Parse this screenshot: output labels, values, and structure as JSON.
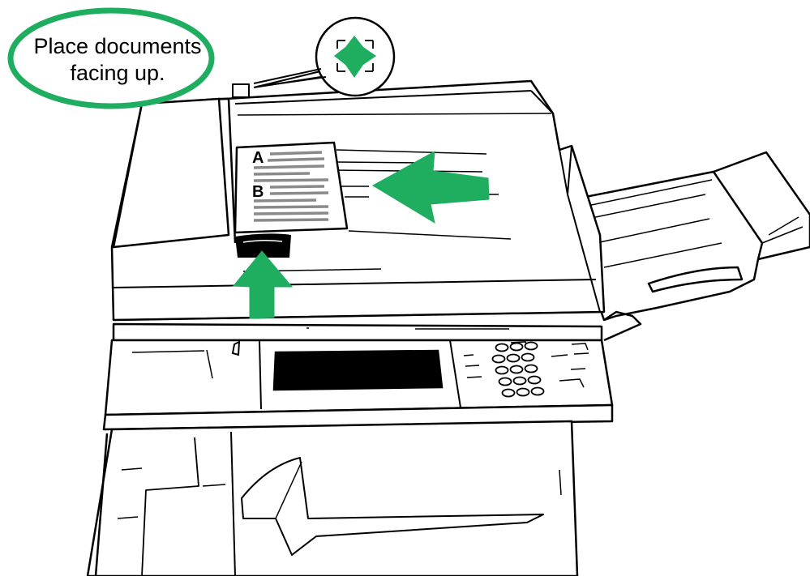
{
  "callout": {
    "line1": "Place documents",
    "line2": "facing up."
  },
  "document": {
    "label_a": "A",
    "label_b": "B"
  },
  "colors": {
    "accent": "#1fad60",
    "outline": "#000000",
    "background": "#ffffff"
  },
  "icons": {
    "feeder_indicator": "document-feeder-indicator-icon",
    "feed_arrow": "arrow-left-icon",
    "lift_arrow": "arrow-up-icon"
  }
}
